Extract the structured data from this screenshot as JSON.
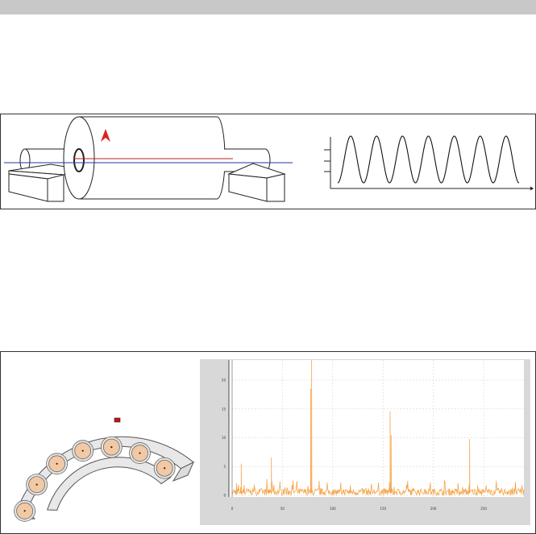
{
  "colors": {
    "top_bar": "#c8c8c8",
    "border": "#333333",
    "shaft_axis": "#2233aa",
    "drum_line": "#bb2222",
    "arrow": "#e02020",
    "ball_fill": "#f2c9a4",
    "race_fill": "#e8e8e8",
    "spectrum": "#f5a54a",
    "plot_bg": "#d8d8d8"
  },
  "rotor": {
    "waveform": {
      "cycles": 7,
      "amplitude_levels": 3
    }
  },
  "bearing": {
    "ball_count": 7,
    "sensor_marker": "red-square"
  },
  "chart_data": {
    "type": "line",
    "x_ticks": [
      "0",
      "50",
      "100",
      "150",
      "200",
      "250"
    ],
    "y_ticks": [
      "0",
      "5",
      "10",
      "15",
      "20"
    ],
    "xlim": [
      0,
      290
    ],
    "ylim": [
      0,
      23.5
    ],
    "grid": true,
    "peaks": [
      {
        "x": 9,
        "y": 5.5
      },
      {
        "x": 39,
        "y": 6.6
      },
      {
        "x": 79,
        "y": 23.5
      },
      {
        "x": 78,
        "y": 18.5
      },
      {
        "x": 157,
        "y": 14.6
      },
      {
        "x": 158,
        "y": 10.5
      },
      {
        "x": 236,
        "y": 9.8
      }
    ],
    "noise_level": 1.2
  }
}
